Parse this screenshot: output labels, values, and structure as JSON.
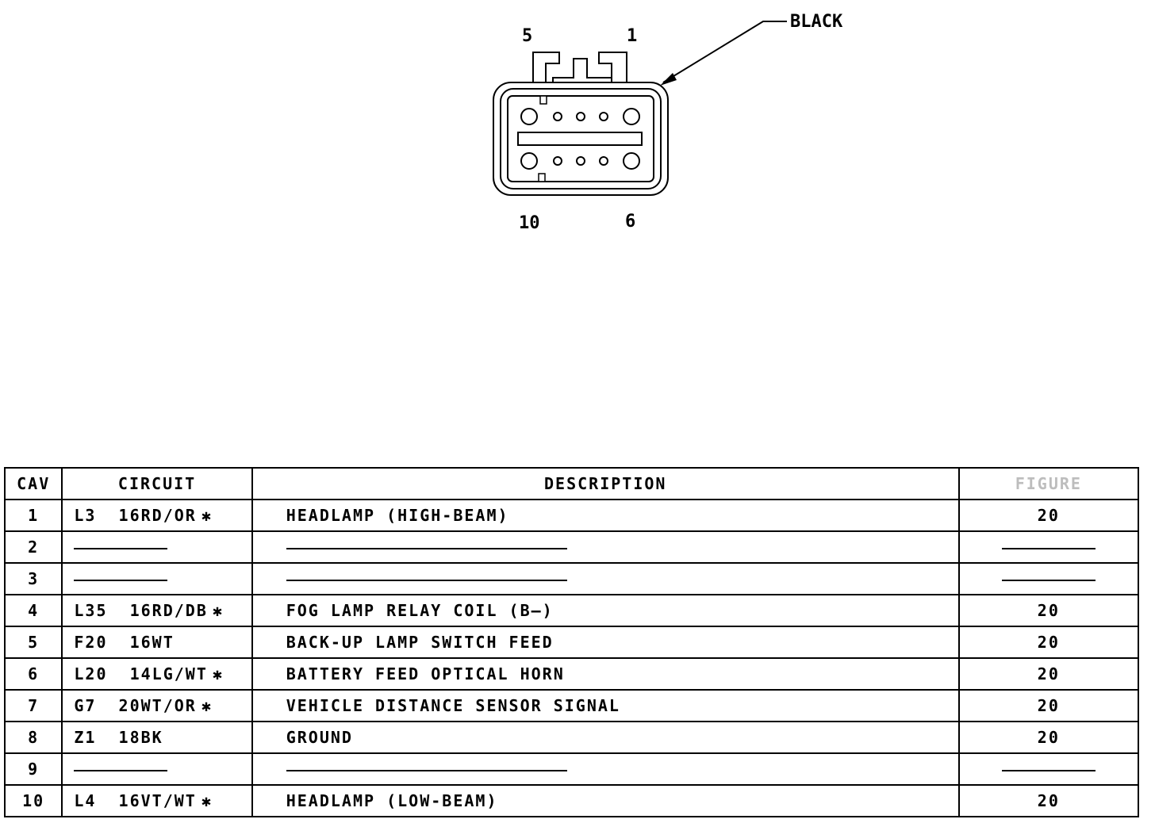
{
  "connector": {
    "color_label": "BLACK",
    "pin_labels": {
      "top_left": "5",
      "top_right": "1",
      "bottom_left": "10",
      "bottom_right": "6"
    }
  },
  "table": {
    "headers": {
      "cav": "CAV",
      "circuit": "CIRCUIT",
      "description": "DESCRIPTION",
      "figure": "FIGURE"
    },
    "rows": [
      {
        "cav": "1",
        "circuit": "L3  16RD/OR",
        "star": "✱",
        "description": "HEADLAMP (HIGH-BEAM)",
        "figure": "20"
      },
      {
        "cav": "2",
        "circuit": "",
        "star": "",
        "description": "",
        "figure": ""
      },
      {
        "cav": "3",
        "circuit": "",
        "star": "",
        "description": "",
        "figure": ""
      },
      {
        "cav": "4",
        "circuit": "L35  16RD/DB",
        "star": "✱",
        "description": "FOG LAMP RELAY COIL (B—)",
        "figure": "20"
      },
      {
        "cav": "5",
        "circuit": "F20  16WT",
        "star": "",
        "description": "BACK-UP LAMP SWITCH FEED",
        "figure": "20"
      },
      {
        "cav": "6",
        "circuit": "L20  14LG/WT",
        "star": "✱",
        "description": "BATTERY FEED OPTICAL HORN",
        "figure": "20"
      },
      {
        "cav": "7",
        "circuit": "G7  20WT/OR",
        "star": "✱",
        "description": "VEHICLE DISTANCE SENSOR SIGNAL",
        "figure": "20"
      },
      {
        "cav": "8",
        "circuit": "Z1  18BK",
        "star": "",
        "description": "GROUND",
        "figure": "20"
      },
      {
        "cav": "9",
        "circuit": "",
        "star": "",
        "description": "",
        "figure": ""
      },
      {
        "cav": "10",
        "circuit": "L4  16VT/WT",
        "star": "✱",
        "description": "HEADLAMP (LOW-BEAM)",
        "figure": "20"
      }
    ]
  }
}
